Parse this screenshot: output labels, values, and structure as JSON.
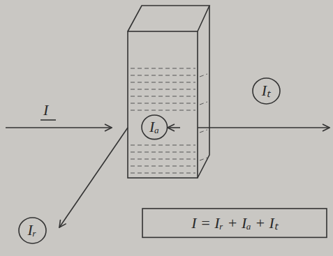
{
  "diagram": {
    "nodes": [
      {
        "text": [
          "Iᵣ"
        ]
      },
      {
        "text": [
          "Iₐ"
        ]
      },
      {
        "text": [
          "Iₜ"
        ]
      },
      {
        "text": [
          "I = Iᵣ + Iₐ + Iₜ"
        ]
      }
    ],
    "labels": [
      "I"
    ]
  }
}
